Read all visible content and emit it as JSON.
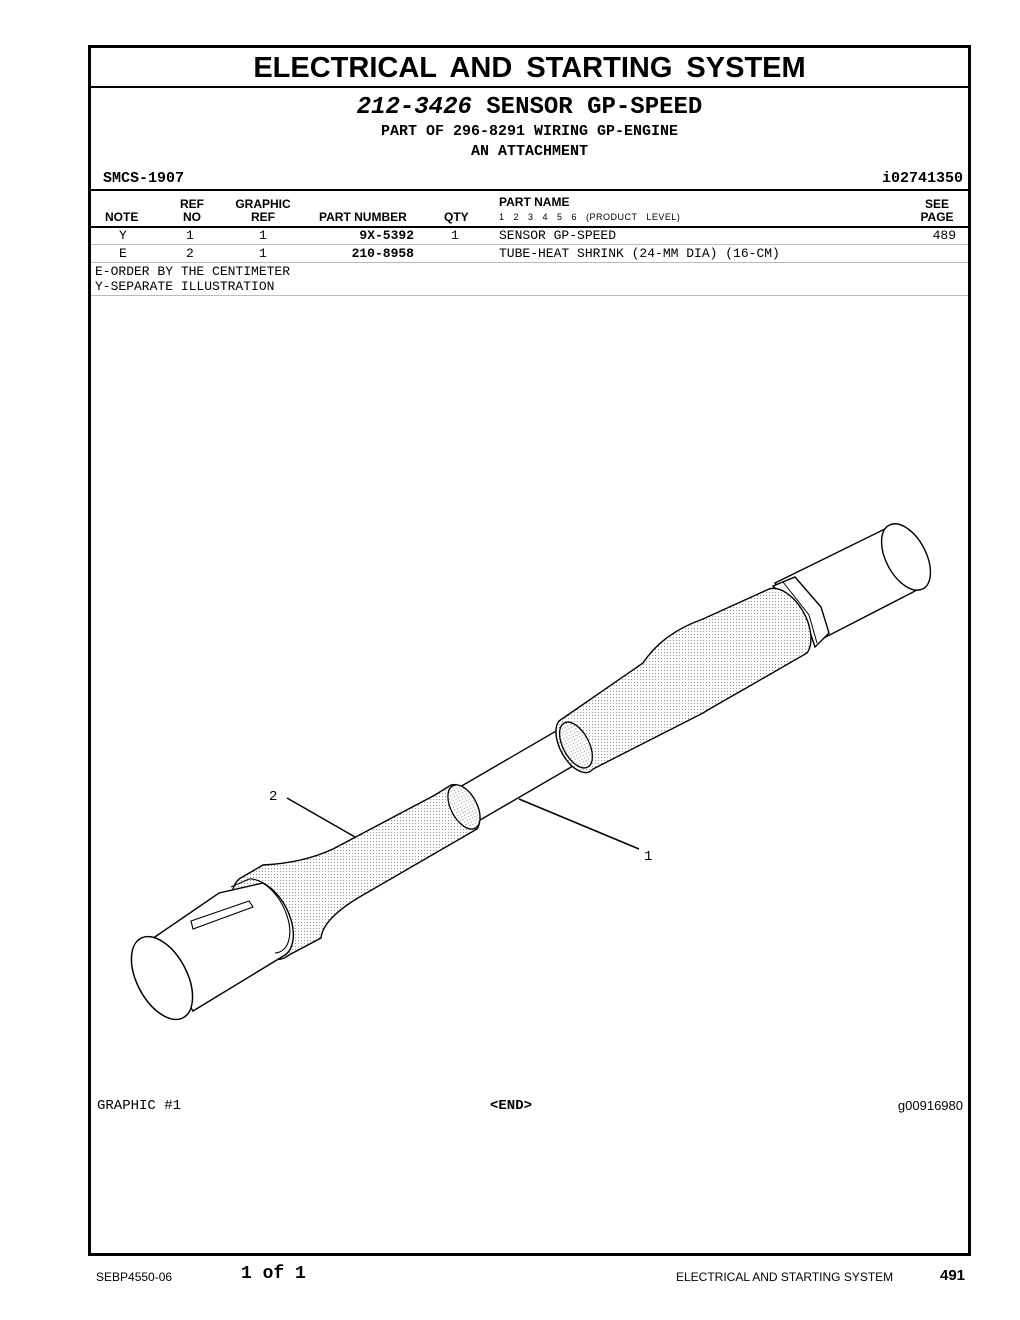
{
  "section_title": "ELECTRICAL AND STARTING SYSTEM",
  "part": {
    "number": "212-3426",
    "name": "SENSOR GP-SPEED",
    "part_of": "PART OF 296-8291 WIRING GP-ENGINE",
    "attachment": "AN ATTACHMENT"
  },
  "smcs": "SMCS-1907",
  "identifier": "i02741350",
  "table": {
    "headers": {
      "note": "NOTE",
      "ref_no_top": "REF",
      "ref_no_bottom": "NO",
      "graphic_ref_top": "GRAPHIC",
      "graphic_ref_bottom": "REF",
      "part_number": "PART NUMBER",
      "qty": "QTY",
      "part_name": "PART NAME",
      "levels": "1 2 3 4 5 6 (PRODUCT LEVEL)",
      "see_page_top": "SEE",
      "see_page_bottom": "PAGE"
    },
    "rows": [
      {
        "note": "Y",
        "ref_no": "1",
        "graphic_ref": "1",
        "part_number": "9X-5392",
        "qty": "1",
        "part_name": "SENSOR GP-SPEED",
        "see_page": "489"
      },
      {
        "note": "E",
        "ref_no": "2",
        "graphic_ref": "1",
        "part_number": "210-8958",
        "qty": "",
        "part_name": "TUBE-HEAT SHRINK (24-MM DIA) (16-CM)",
        "see_page": ""
      }
    ]
  },
  "notes": [
    "E-ORDER BY THE CENTIMETER",
    "Y-SEPARATE ILLUSTRATION"
  ],
  "illustration": {
    "callout_1": "1",
    "callout_2": "2",
    "graphic_label": "GRAPHIC #1",
    "end_marker": "<END>",
    "graphic_id": "g00916980"
  },
  "footer": {
    "doc_number": "SEBP4550-06",
    "page_of": "1 of 1",
    "section": "ELECTRICAL AND STARTING SYSTEM",
    "page_number": "491"
  }
}
